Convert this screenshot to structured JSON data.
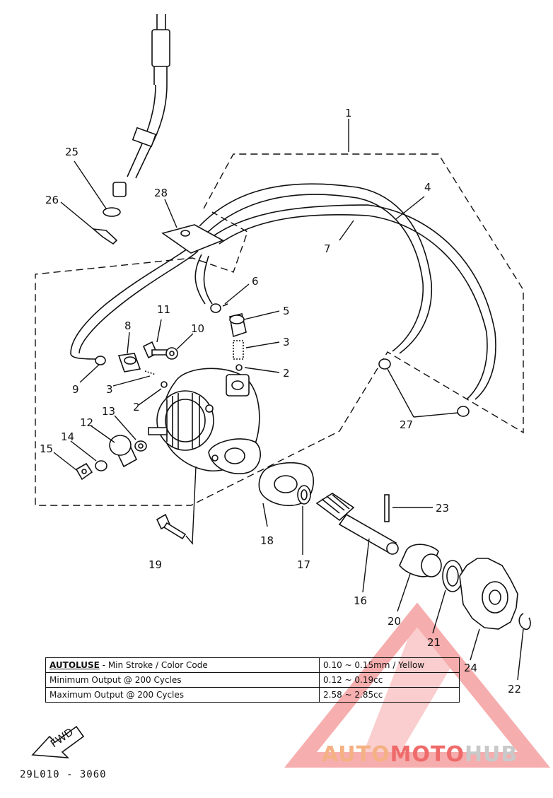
{
  "callouts": [
    "1",
    "2",
    "2",
    "3",
    "3",
    "4",
    "5",
    "6",
    "7",
    "8",
    "9",
    "10",
    "11",
    "12",
    "13",
    "14",
    "15",
    "16",
    "17",
    "18",
    "19",
    "20",
    "21",
    "22",
    "23",
    "24",
    "25",
    "26",
    "27",
    "28"
  ],
  "fwd_label": "FWD",
  "table": {
    "header": {
      "label_bold": "AUTOLUSE",
      "label_rest": " - Min Stroke / Color Code",
      "value": "0.10 ~ 0.15mm / Yellow"
    },
    "rows": [
      {
        "label": "Minimum Output @ 200 Cycles",
        "value": "0.12 ~ 0.19cc"
      },
      {
        "label": "Maximum Output @ 200 Cycles",
        "value": "2.58 ~ 2.85cc"
      }
    ]
  },
  "drawing_number": "29L010 - 3060",
  "watermark": {
    "part1": "AUTO",
    "part2": "MOTO",
    "part3": "HUB"
  },
  "colors": {
    "line": "#111111",
    "watermark_orange": "#f4b183",
    "watermark_red": "#ef6b6b",
    "watermark_gray": "#c9c9c9"
  }
}
